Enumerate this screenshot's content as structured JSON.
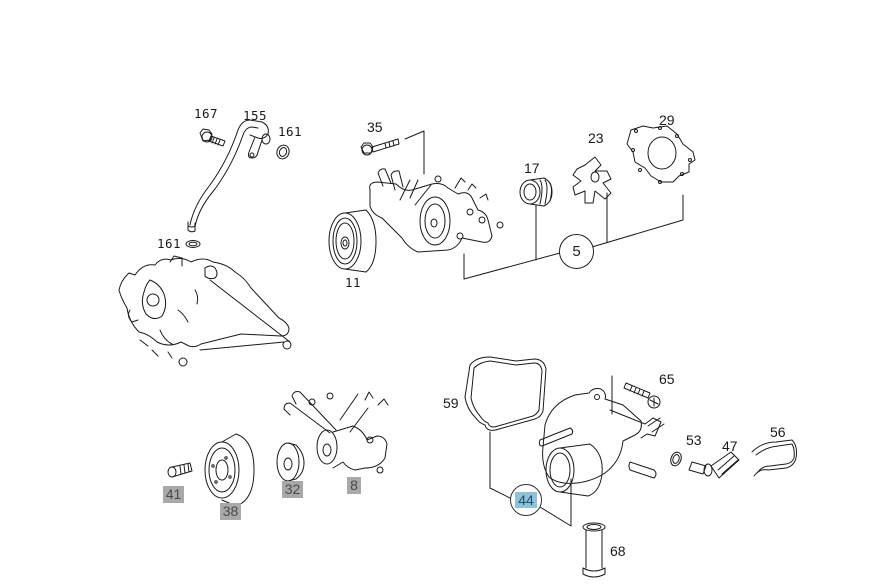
{
  "diagram": {
    "title": "Water pump and thermostat housing exploded parts diagram",
    "stroke_color": "#1a1a1a",
    "highlight_color": "#8ec2d8",
    "gray_tag_color": "#a9a9a9"
  },
  "upper_left_group": {
    "parts": [
      {
        "label": "167",
        "name": "bolt"
      },
      {
        "label": "155",
        "name": "coolant-pipe"
      },
      {
        "label": "161",
        "name": "seal-ring-upper"
      },
      {
        "label": "161",
        "name": "seal-ring-lower"
      }
    ]
  },
  "upper_center_group": {
    "parts": [
      {
        "label": "35",
        "name": "bolt"
      },
      {
        "label": "17",
        "name": "seal"
      },
      {
        "label": "23",
        "name": "impeller"
      },
      {
        "label": "29",
        "name": "gasket"
      },
      {
        "label": "11",
        "name": "pulley"
      }
    ],
    "assembly_label": "5"
  },
  "lower_left_group": {
    "parts": [
      {
        "label": "41",
        "name": "bolt"
      },
      {
        "label": "38",
        "name": "pulley"
      },
      {
        "label": "32",
        "name": "hub"
      },
      {
        "label": "8",
        "name": "water-pump"
      }
    ]
  },
  "lower_right_group": {
    "parts": [
      {
        "label": "59",
        "name": "gasket"
      },
      {
        "label": "65",
        "name": "bolt"
      },
      {
        "label": "53",
        "name": "seal-ring"
      },
      {
        "label": "47",
        "name": "temperature-sensor"
      },
      {
        "label": "56",
        "name": "retaining-clip"
      },
      {
        "label": "68",
        "name": "connecting-pipe"
      }
    ],
    "assembly_label": "44"
  }
}
